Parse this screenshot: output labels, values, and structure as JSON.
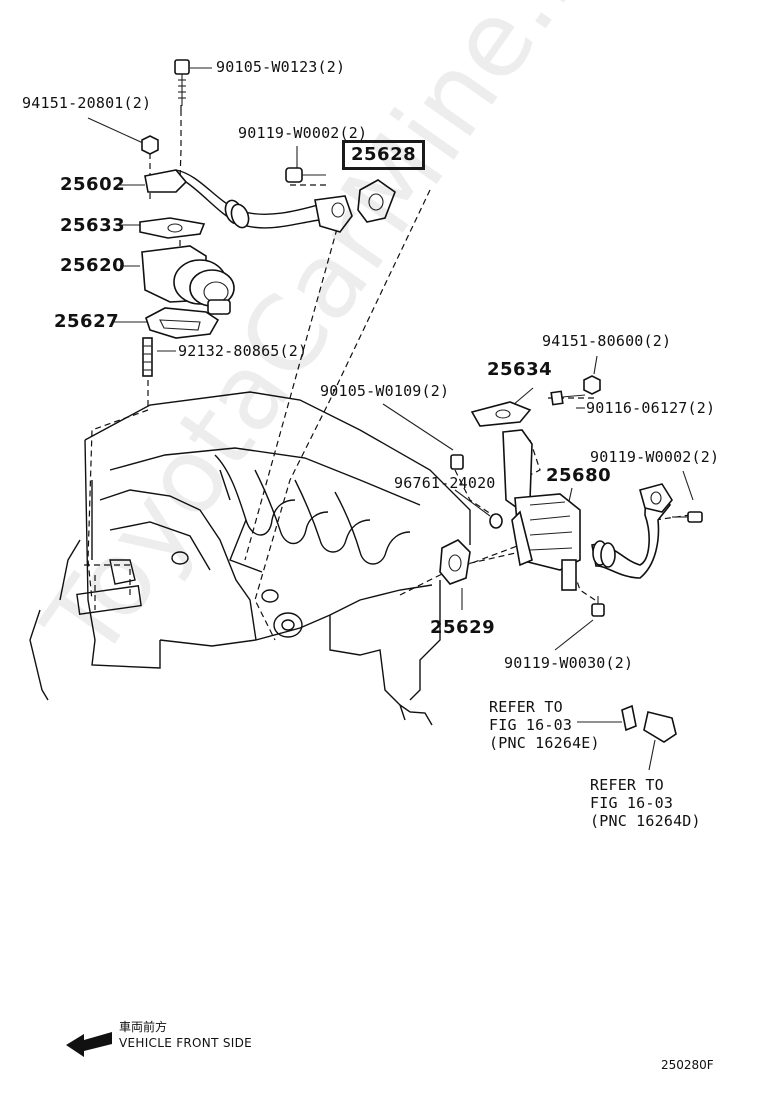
{
  "labels": {
    "p90105_w0123": "90105-W0123(2)",
    "p94151_20801": "94151-20801(2)",
    "p90119_w0002_a": "90119-W0002(2)",
    "p25628": "25628",
    "p25602": "25602",
    "p25633": "25633",
    "p25620": "25620",
    "p25627": "25627",
    "p92132_80865": "92132-80865(2)",
    "p94151_80600": "94151-80600(2)",
    "p90105_w0109": "90105-W0109(2)",
    "p25634": "25634",
    "p90116_06127": "90116-06127(2)",
    "p90119_w0002_b": "90119-W0002(2)",
    "p96761_24020": "96761-24020",
    "p25680": "25680",
    "p25629": "25629",
    "p90119_w0030": "90119-W0030(2)"
  },
  "refs": {
    "ref_e": "REFER TO\nFIG 16-03\n(PNC 16264E)",
    "ref_d": "REFER TO\nFIG 16-03\n(PNC 16264D)"
  },
  "front": {
    "cn": "車両前方",
    "en": "VEHICLE FRONT SIDE"
  },
  "figure_code": "250280F",
  "watermark": "ToyotaCarMine.ru",
  "highlight_part": "25628",
  "icons": [
    "bolt-icon",
    "nut-icon",
    "gasket-icon",
    "egr-valve-icon",
    "egr-cooler-icon",
    "pipe-icon",
    "engine-block-icon",
    "front-arrow-icon"
  ]
}
